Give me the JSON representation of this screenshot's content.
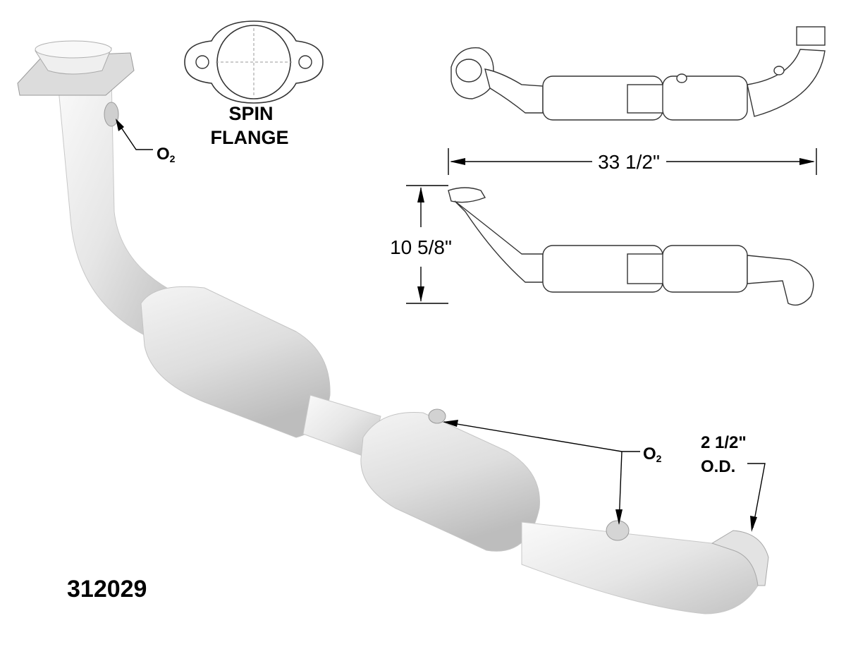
{
  "labels": {
    "spin_flange_line1": "SPIN",
    "spin_flange_line2": "FLANGE",
    "o2_top": "O",
    "o2_top_sub": "2",
    "o2_bottom": "O",
    "o2_bottom_sub": "2",
    "od_line1": "2 1/2\"",
    "od_line2": "O.D.",
    "part_number": "312029"
  },
  "dimensions": {
    "length": "33 1/2\"",
    "height": "10 5/8\""
  },
  "colors": {
    "pipe_light": "#f2f2f2",
    "pipe_mid": "#d9d9d9",
    "pipe_dark": "#b8b8b8",
    "line": "#000000"
  }
}
